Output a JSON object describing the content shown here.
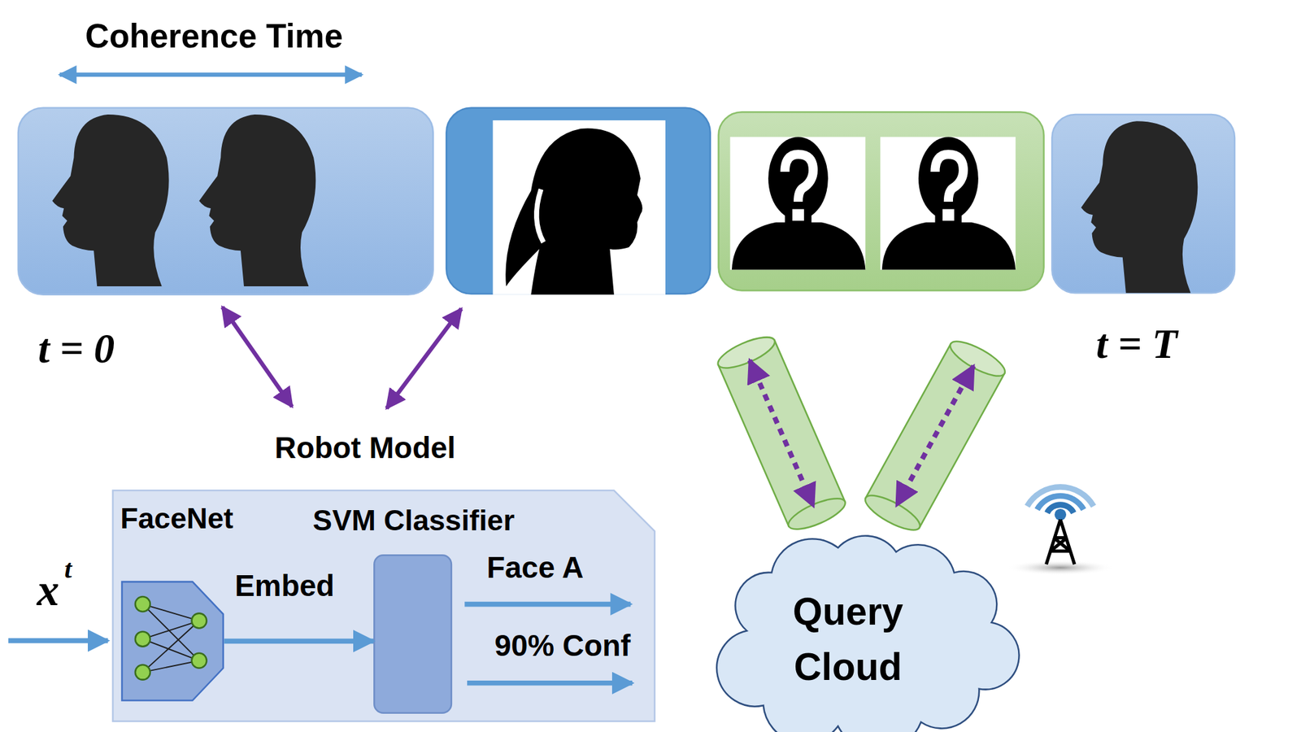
{
  "diagram": {
    "nodes": [
      {
        "text": [
          "Robot Model"
        ]
      },
      {
        "text": [
          "FaceNet"
        ],
        "in": 0
      },
      {
        "text": [
          "SVM Classifier"
        ],
        "in": 0
      },
      {
        "text": [
          "Query Cloud"
        ]
      }
    ],
    "edges": [
      {
        "from": 1,
        "to": 2,
        "label": "Embed",
        "arrow": "to"
      }
    ],
    "labels": [
      "Coherence Time",
      "t = 0",
      "t = T",
      "x",
      "t",
      "Face A",
      "90% Conf"
    ]
  }
}
